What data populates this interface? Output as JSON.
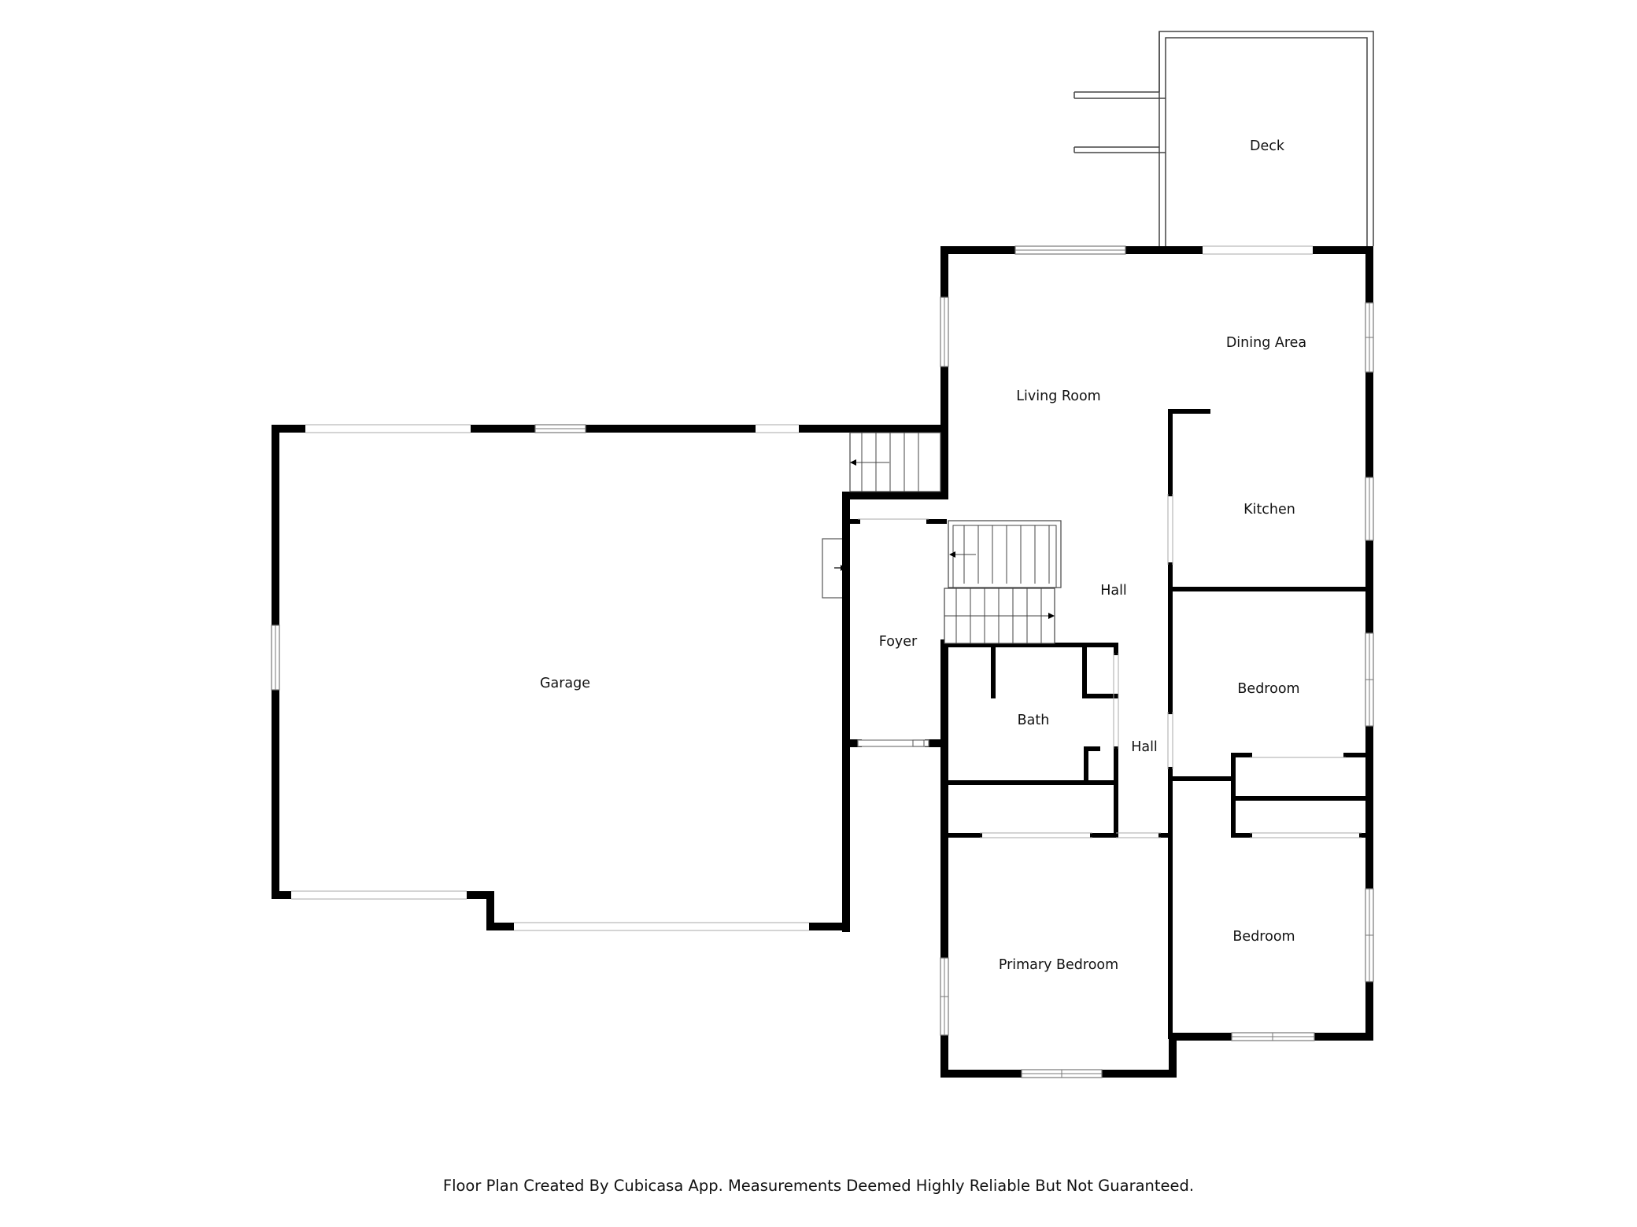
{
  "rooms": {
    "deck": "Deck",
    "dining_area": "Dining Area",
    "living_room": "Living Room",
    "kitchen": "Kitchen",
    "hall_upper": "Hall",
    "foyer": "Foyer",
    "garage": "Garage",
    "bath": "Bath",
    "hall_lower": "Hall",
    "bedroom_1": "Bedroom",
    "bedroom_2": "Bedroom",
    "primary_bedroom": "Primary Bedroom"
  },
  "caption": "Floor Plan Created By Cubicasa App. Measurements Deemed Highly Reliable But Not Guaranteed."
}
